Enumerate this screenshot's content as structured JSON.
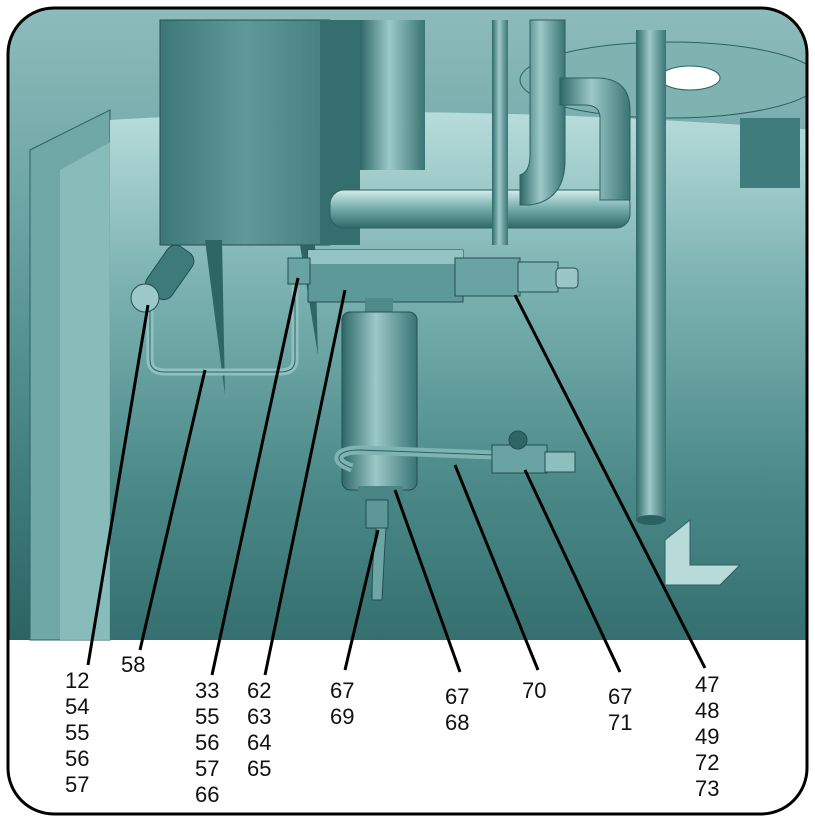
{
  "figure": {
    "callouts": [
      {
        "id": "c1",
        "lines": [
          "12",
          "54",
          "55",
          "56",
          "57"
        ]
      },
      {
        "id": "c2",
        "lines": [
          "58"
        ]
      },
      {
        "id": "c3",
        "lines": [
          "33",
          "55",
          "56",
          "57",
          "66"
        ]
      },
      {
        "id": "c4",
        "lines": [
          "62",
          "63",
          "64",
          "65"
        ]
      },
      {
        "id": "c5",
        "lines": [
          "67",
          "69"
        ]
      },
      {
        "id": "c6",
        "lines": [
          "67",
          "68"
        ]
      },
      {
        "id": "c7",
        "lines": [
          "70"
        ]
      },
      {
        "id": "c8",
        "lines": [
          "67",
          "71"
        ]
      },
      {
        "id": "c9",
        "lines": [
          "47",
          "48",
          "49",
          "72",
          "73"
        ]
      }
    ]
  },
  "colors": {
    "body_teal": "#4f8f8f",
    "dark_teal": "#2e6464",
    "light_teal": "#a8d0cf",
    "line": "#000000"
  }
}
